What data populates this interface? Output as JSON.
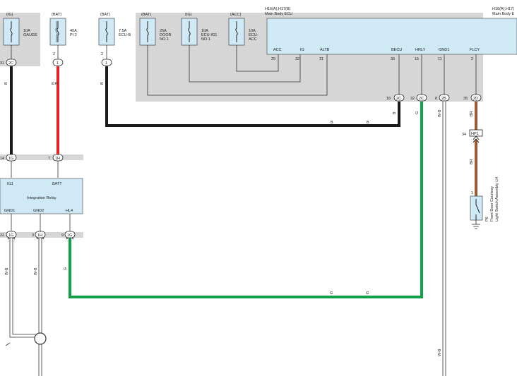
{
  "fuses": {
    "gauge": {
      "source": "(IG)",
      "rating": "10A",
      "name": "GAUGE"
    },
    "pi2": {
      "source": "(BAT)",
      "rating": "40A",
      "name": "PI 2"
    },
    "ecub": {
      "source": "(BAT)",
      "rating": "7.5A",
      "name": "ECU-B"
    },
    "door": {
      "source": "(BAT)",
      "rating": "25A",
      "name1": "DOOR",
      "name2": "NO.1"
    },
    "ecuig1": {
      "source": "(IG)",
      "rating": "10A",
      "name1": "ECU-IG1",
      "name2": "NO.1"
    },
    "ecuacc": {
      "source": "(ACC)",
      "rating": "10A",
      "name1": "ECU-",
      "name2": "ACC"
    }
  },
  "ecu": {
    "title_left_1": "H16(A),H17(B)",
    "title_left_2": "Main Body ECU",
    "title_right_1": "H16(A),H17(",
    "title_right_2": "Main Body E",
    "pins": {
      "acc": {
        "name": "ACC",
        "num": "29"
      },
      "ig": {
        "name": "IG",
        "num": "32"
      },
      "altb": {
        "name": "ALTB",
        "num": "31"
      },
      "becu": {
        "name": "BECU",
        "num": "30"
      },
      "hrly": {
        "name": "HRLY",
        "num": "15"
      },
      "gnd1": {
        "name": "GND1",
        "num": "11"
      },
      "flcy": {
        "name": "FLCY",
        "num": "2"
      }
    }
  },
  "relay": {
    "name": "Integration Relay",
    "ig1": "IG1",
    "batt": "BATT",
    "gnd1": "GND1",
    "gnd2": "GND2",
    "hl4": "HL4"
  },
  "connectors": {
    "c31": {
      "pin": "31",
      "id": "2C"
    },
    "c2a": {
      "pin": "2",
      "id": "1"
    },
    "c2b": {
      "pin": "2",
      "id": "1"
    },
    "c14": {
      "pin": "14",
      "id": "1G"
    },
    "c7": {
      "pin": "7",
      "id": "1H"
    },
    "c22": {
      "pin": "22",
      "id": "1G"
    },
    "c3": {
      "pin": "3",
      "id": "1H"
    },
    "c9": {
      "pin": "9",
      "id": "1G"
    },
    "c18": {
      "pin": "18",
      "id": "2C"
    },
    "c32": {
      "pin": "32",
      "id": "2C"
    },
    "c8": {
      "pin": "8",
      "id": "2B"
    },
    "c35": {
      "pin": "35",
      "id": "2D"
    },
    "hp1": {
      "pin": "34",
      "id": "HP1"
    },
    "sw": {
      "pin": "1"
    }
  },
  "wire_colors": {
    "b": "B",
    "g": "G",
    "wb": "W-B",
    "br": "BR",
    "black": "#1a1a1a",
    "red": "#e52222",
    "green": "#12a04a",
    "brown": "#9a5a32"
  },
  "switch": {
    "code": "P6",
    "line1": "Front Door Courtesy",
    "line2": "Light Switch Assembly LH"
  },
  "colors": {
    "ecu_fill": "#cfe9f7",
    "relay_fill": "#cfe9f7",
    "gray": "#d6d6d6",
    "fuse_fill": "#cfe9f7"
  }
}
